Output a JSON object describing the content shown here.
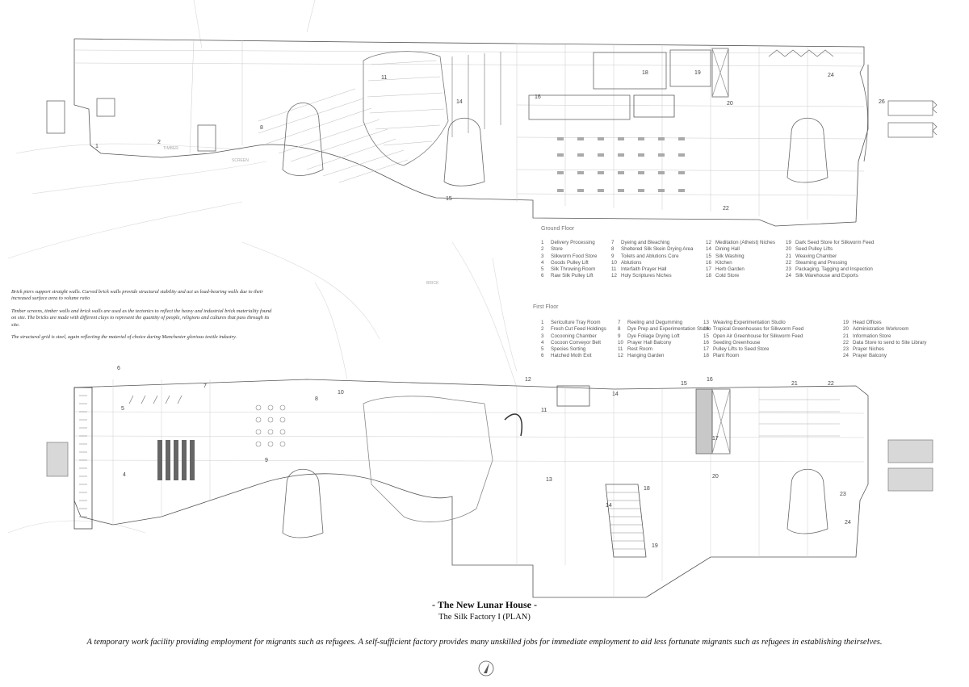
{
  "plan_labels": {
    "timber": "TIMBER",
    "screen": "SCREEN",
    "brick": "BRICK"
  },
  "ground_numbers": {
    "n1": "1",
    "n2": "2",
    "n8": "8",
    "n11": "11",
    "n14": "14",
    "n15": "15",
    "n16": "16",
    "n18": "18",
    "n19": "19",
    "n20": "20",
    "n22": "22",
    "n24": "24",
    "n26": "26"
  },
  "first_numbers": {
    "n4": "4",
    "n5": "5",
    "n6": "6",
    "n7": "7",
    "n8": "8",
    "n9": "9",
    "n10": "10",
    "n11": "11",
    "n12": "12",
    "n13": "13",
    "n14a": "14",
    "n14b": "14",
    "n15": "15",
    "n16": "16",
    "n17": "17",
    "n18": "18",
    "n19": "19",
    "n20": "20",
    "n21": "21",
    "n22": "22",
    "n23": "23",
    "n24": "24"
  },
  "ground_floor": {
    "title": "Ground Floor",
    "columns": [
      [
        {
          "n": "1",
          "label": "Delivery Processing"
        },
        {
          "n": "2",
          "label": "Store"
        },
        {
          "n": "3",
          "label": "Silkworm Food Store"
        },
        {
          "n": "4",
          "label": "Goods Pulley Lift"
        },
        {
          "n": "5",
          "label": "Silk Throwing Room"
        },
        {
          "n": "6",
          "label": "Raw Silk Pulley Lift"
        }
      ],
      [
        {
          "n": "7",
          "label": "Dyeing and Bleaching"
        },
        {
          "n": "8",
          "label": "Sheltered Silk Skein Drying Area"
        },
        {
          "n": "9",
          "label": "Toilets and Ablutions Core"
        },
        {
          "n": "10",
          "label": "Ablutions"
        },
        {
          "n": "11",
          "label": "Interfaith Prayer Hall"
        },
        {
          "n": "12",
          "label": "Holy Scriptures Niches"
        }
      ],
      [
        {
          "n": "12",
          "label": "Meditation (Atheist) Niches"
        },
        {
          "n": "14",
          "label": "Dining Hall"
        },
        {
          "n": "15",
          "label": "Silk Washing"
        },
        {
          "n": "16",
          "label": "Kitchen"
        },
        {
          "n": "17",
          "label": "Herb Garden"
        },
        {
          "n": "18",
          "label": "Cold Store"
        }
      ],
      [
        {
          "n": "19",
          "label": "Dark Seed Store for Silkworm Feed"
        },
        {
          "n": "20",
          "label": "Seed Pulley Lifts"
        },
        {
          "n": "21",
          "label": "Weaving Chamber"
        },
        {
          "n": "22",
          "label": "Steaming and Pressing"
        },
        {
          "n": "23",
          "label": "Packaging, Tagging and Inspection"
        },
        {
          "n": "24",
          "label": "Silk Warehouse and Exports"
        }
      ]
    ]
  },
  "first_floor": {
    "title": "First Floor",
    "columns": [
      [
        {
          "n": "1",
          "label": "Sericulture Tray Room"
        },
        {
          "n": "2",
          "label": "Fresh Cut Feed Holdings"
        },
        {
          "n": "3",
          "label": "Cocooning Chamber"
        },
        {
          "n": "4",
          "label": "Cocoon Conveyor Belt"
        },
        {
          "n": "5",
          "label": "Species Sorting"
        },
        {
          "n": "6",
          "label": "Hatched Moth Exit"
        }
      ],
      [
        {
          "n": "7",
          "label": "Reeling and Degumming"
        },
        {
          "n": "8",
          "label": "Dye Prep and Experimentation Studio"
        },
        {
          "n": "9",
          "label": "Dye Foliage Drying Loft"
        },
        {
          "n": "10",
          "label": "Prayer Hall Balcony"
        },
        {
          "n": "11",
          "label": "Rest Room"
        },
        {
          "n": "12",
          "label": "Hanging Garden"
        }
      ],
      [
        {
          "n": "13",
          "label": "Weaving Experimentation Studio"
        },
        {
          "n": "14",
          "label": "Tropical Greenhouses for Silkworm Feed"
        },
        {
          "n": "15",
          "label": "Open Air Greenhouse for Silkworm Feed"
        },
        {
          "n": "16",
          "label": "Seeding Greenhouse"
        },
        {
          "n": "17",
          "label": "Pulley Lifts to Seed Store"
        },
        {
          "n": "18",
          "label": "Plant Room"
        }
      ],
      [
        {
          "n": "19",
          "label": "Head Offices"
        },
        {
          "n": "20",
          "label": "Administration Workroom"
        },
        {
          "n": "21",
          "label": "Information Store"
        },
        {
          "n": "22",
          "label": "Data Store to send to Site Library"
        },
        {
          "n": "23",
          "label": "Prayer Niches"
        },
        {
          "n": "24",
          "label": "Prayer Balcony"
        }
      ]
    ]
  },
  "notes": [
    "Brick piers support straight walls. Curved brick walls provide structural stability and act as load-bearing walls due to their increased surface area to volume ratio",
    "Timber screens, timber walls and brick walls are used as the tectonics to reflect the heavy and industrial brick materiality found on site. The bricks are made with different clays to represent the quantity of people, religions and cultures that pass through its site.",
    "The structural grid is steel, again reflecting the material of choice during Manchester glorious textile industry."
  ],
  "title": "- The New Lunar House -",
  "subtitle": "The Silk Factory I (PLAN)",
  "description": "A temporary work facility providing employment for migrants such as refugees. A self-sufficient factory provides many unskilled jobs for immediate employment to aid less fortunate migrants such as refugees in establishing theirselves.",
  "icons": {
    "north_arrow": "north-arrow-icon"
  }
}
